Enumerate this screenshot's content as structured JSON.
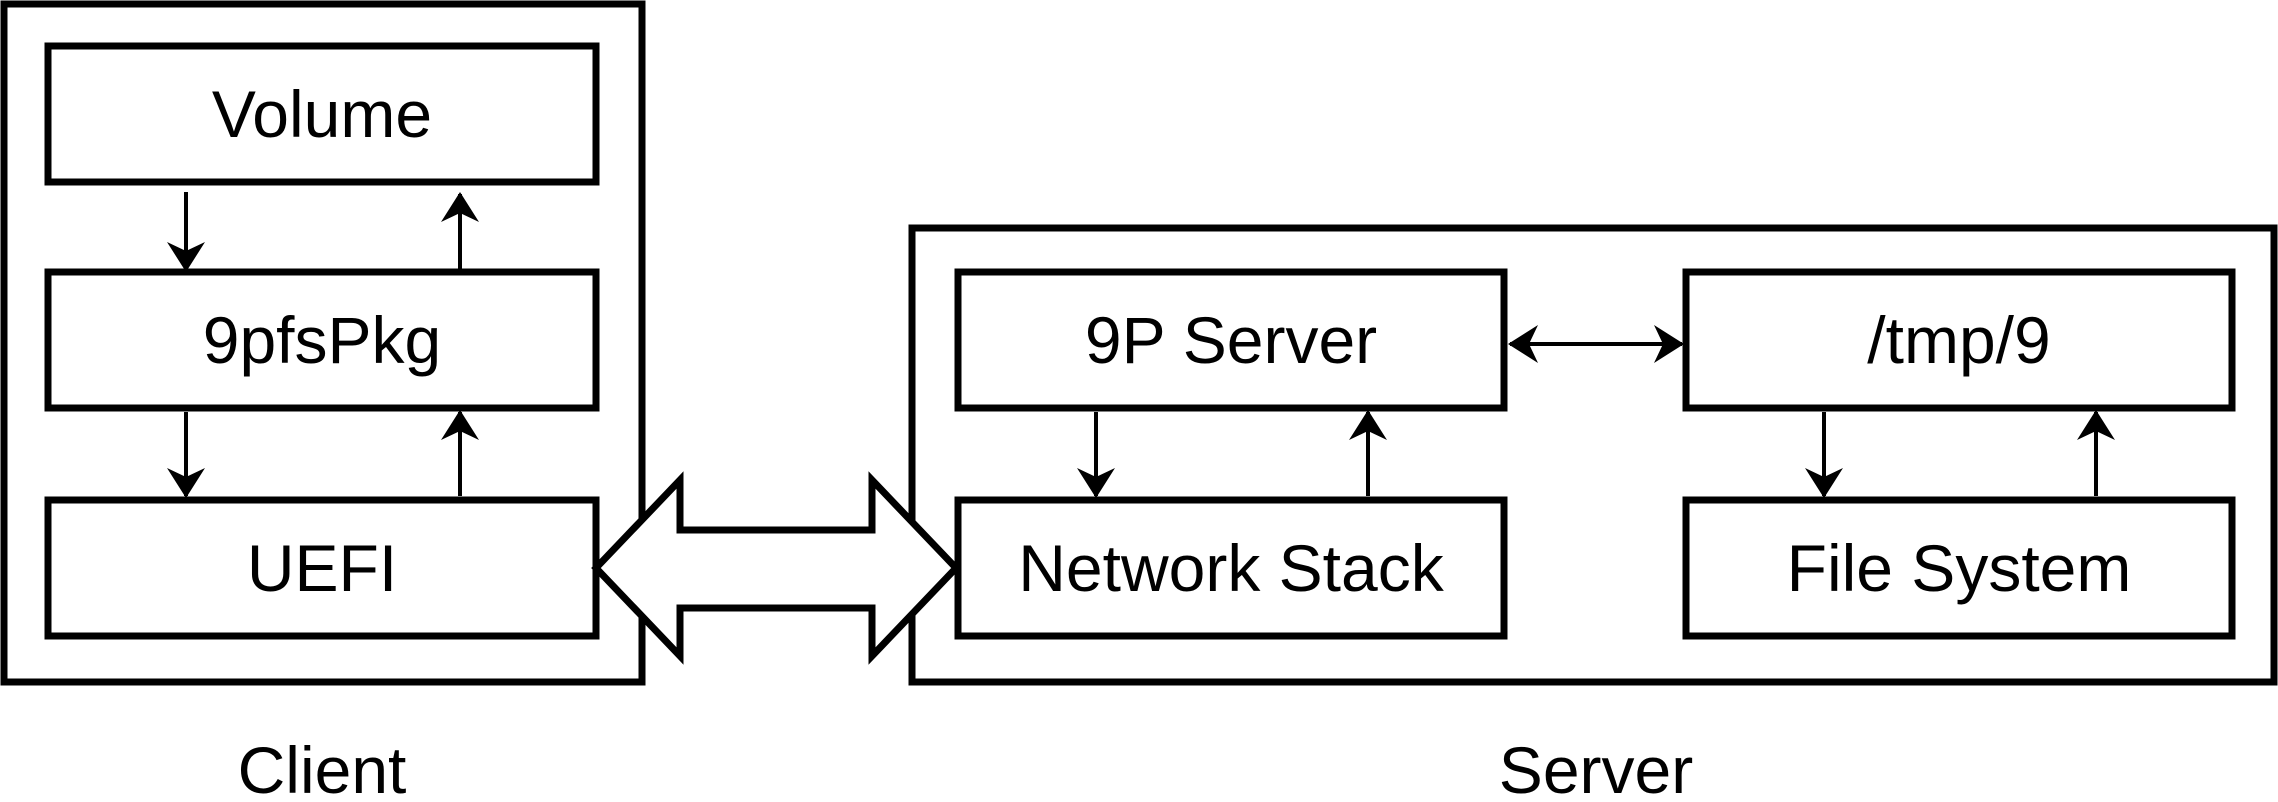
{
  "client": {
    "label": "Client",
    "boxes": {
      "volume": "Volume",
      "pkg": "9pfsPkg",
      "uefi": "UEFI"
    }
  },
  "server": {
    "label": "Server",
    "boxes": {
      "p9_server": "9P Server",
      "tmp9": "/tmp/9",
      "network_stack": "Network Stack",
      "file_system": "File System"
    }
  },
  "colors": {
    "stroke": "#000000",
    "fill": "#ffffff"
  }
}
